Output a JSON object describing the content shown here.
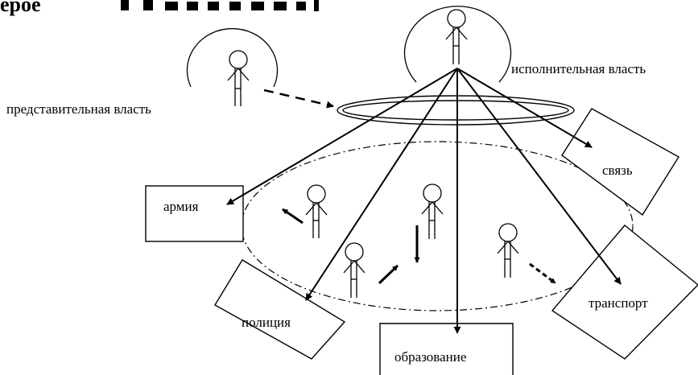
{
  "header_fragment": "ерое",
  "labels": {
    "executive": "исполнительная власть",
    "representative": "представительная власть",
    "army": "армия",
    "communication": "связь",
    "police": "полиция",
    "transport": "транспорт",
    "education": "образование"
  },
  "colors": {
    "ink": "#000000",
    "background": "#ffffff"
  }
}
